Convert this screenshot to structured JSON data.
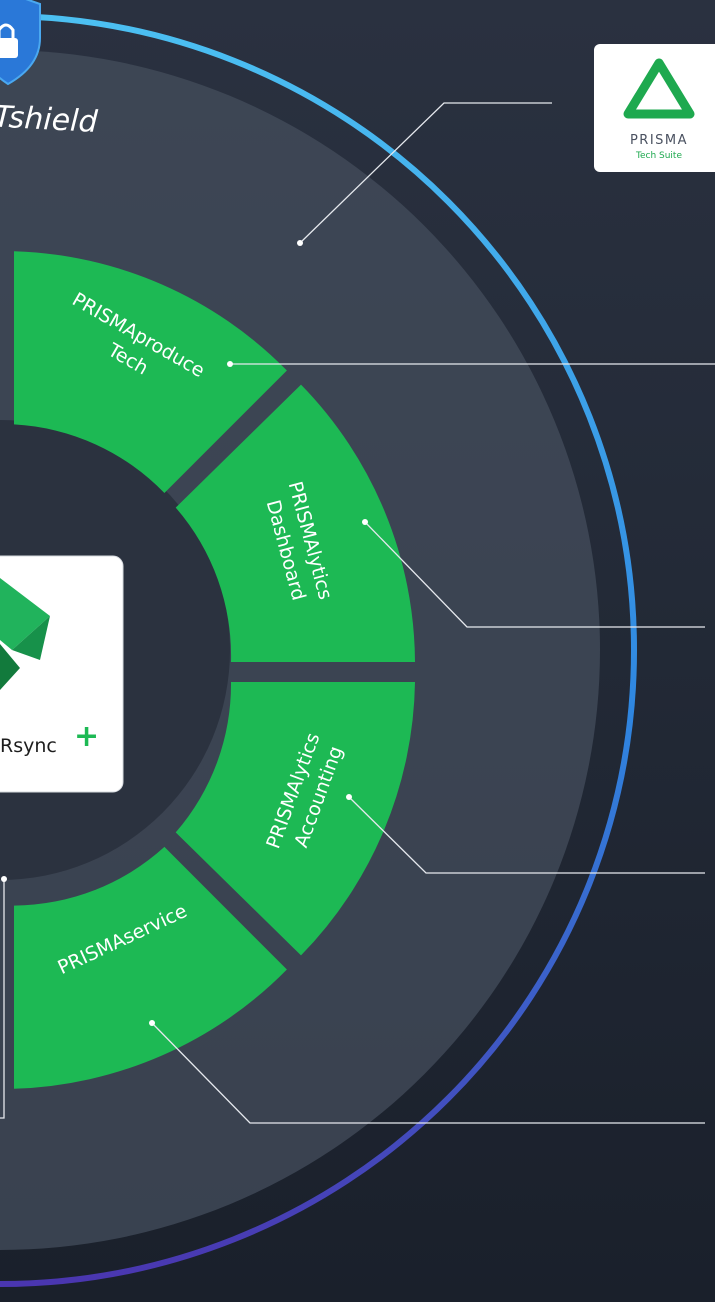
{
  "shield": {
    "title": "Tshield",
    "icon": "lock-shield-icon"
  },
  "prisma_logo": {
    "name": "PRISMA",
    "suite": "Tech Suite"
  },
  "center_box": {
    "label": "Rsync",
    "plus": "+"
  },
  "segments": [
    {
      "line1": "PRISMAproduce",
      "line2": "Tech"
    },
    {
      "line1": "PRISMAlytics",
      "line2": "Dashboard"
    },
    {
      "line1": "PRISMAlytics",
      "line2": "Accounting"
    },
    {
      "line1": "PRISMAservice",
      "line2": ""
    }
  ],
  "colors": {
    "segment_green": "#1db954",
    "ring_blue": "#3aa0f0",
    "ring_purple": "#4b3fb5",
    "logo_green": "#1ea94f"
  }
}
